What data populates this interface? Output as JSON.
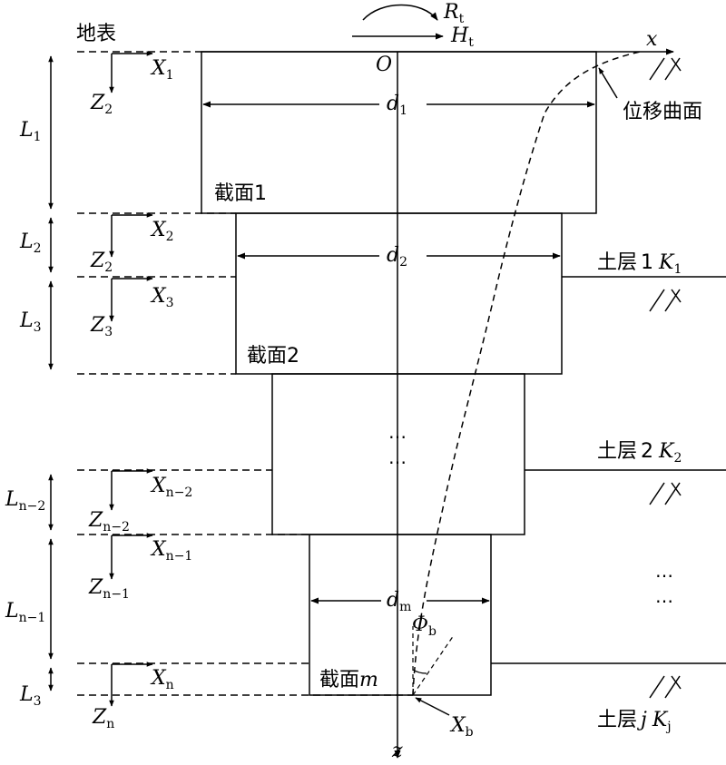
{
  "labels": {
    "ground": "地表",
    "disp_curve": "位移曲面",
    "section1": "截面1",
    "section2": "截面2",
    "section_m": "截面",
    "section_m_var": "m",
    "soil_layer": "土层",
    "soil1_num": "1",
    "soil2_num": "2",
    "soilj_var": "j",
    "K": "K",
    "K1_sub": "1",
    "K2_sub": "2",
    "Kj_sub": "j",
    "origin": "O",
    "x_axis": "x",
    "z_axis": "z",
    "Rt": "R",
    "Rt_sub": "t",
    "Ht": "H",
    "Ht_sub": "t",
    "Phi": "Φ",
    "Phi_sub": "b",
    "Xb": "X",
    "Xb_sub": "b",
    "d": "d",
    "d1_sub": "1",
    "d2_sub": "2",
    "dm_sub": "m",
    "L": "L",
    "X": "X",
    "Z": "Z",
    "L1_sub": "1",
    "L2_sub": "2",
    "L3_sub": "3",
    "Ln2_sub": "n−2",
    "Ln1_sub": "n−1",
    "L3b_sub": "3",
    "X1_sub": "1",
    "X2_sub": "2",
    "X3_sub": "3",
    "Xn2_sub": "n−2",
    "Xn1_sub": "n−1",
    "Xn_sub": "n",
    "Z2a_sub": "2",
    "Z2b_sub": "2",
    "Z3_sub": "3",
    "Zn2_sub": "n−2",
    "Zn1_sub": "n−1",
    "Zn_sub": "n",
    "ellipsis": "⋯"
  }
}
